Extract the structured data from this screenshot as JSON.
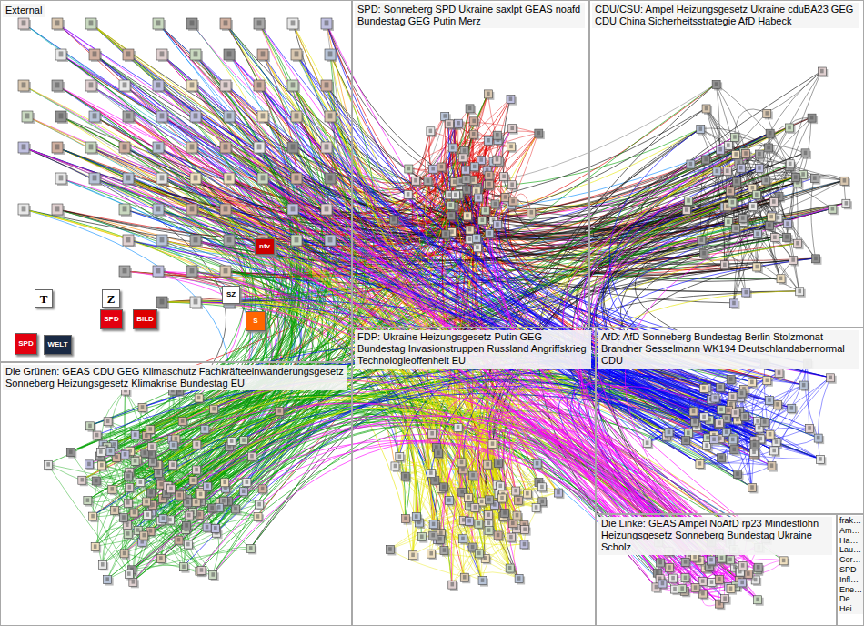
{
  "diagram": {
    "nodes": [
      {
        "text": [
          "External"
        ]
      },
      {
        "text": [
          "SPD: Sonneberg SPD Ukraine saxlpt GEAS noafd Bundestag GEG Putin Merz"
        ]
      },
      {
        "text": [
          "CDU/CSU: Ampel Heizungsgesetz Ukraine cduBA23 GEG CDU China Sicherheitsstrategie AfD Habeck"
        ]
      },
      {
        "text": [
          "Die Grünen: GEAS CDU GEG Klimaschutz Fachkräfteeinwanderungsgesetz Sonneberg Heizungsgesetz Klimakrise Bundestag EU"
        ]
      },
      {
        "text": [
          "FDP: Ukraine Heizungsgesetz Putin GEG Bundestag Invasionstruppen Russland Angriffskrieg Technologieoffenheit EU"
        ]
      },
      {
        "text": [
          "AfD: AfD Sonneberg Bundestag Berlin Stolzmonat Brandner Sesselmann WK194 Deutschlandabernormal CDU"
        ]
      },
      {
        "text": [
          "Die Linke: GEAS Ampel NoAfD rp23 Mindestlohn Heizungsgesetz Sonneberg Bundestag Ukraine Scholz"
        ]
      },
      {
        "text": [
          "frak… Am… Ha… Lau… Cor… SPD Infl… Ene… De… Hei…"
        ]
      }
    ],
    "labels": [
      "SPD",
      "WELT",
      "BILD",
      "SPD",
      "T",
      "Z",
      "ntv",
      "SZ",
      "S"
    ]
  }
}
